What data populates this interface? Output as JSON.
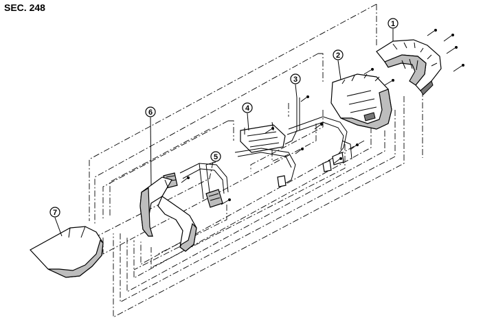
{
  "section_label": "SEC. 248",
  "callouts": [
    {
      "id": "c1",
      "text": "1"
    },
    {
      "id": "c2",
      "text": "2"
    },
    {
      "id": "c3",
      "text": "3"
    },
    {
      "id": "c4",
      "text": "4"
    },
    {
      "id": "c5",
      "text": "5"
    },
    {
      "id": "c6",
      "text": "6"
    },
    {
      "id": "c7",
      "text": "7"
    }
  ]
}
